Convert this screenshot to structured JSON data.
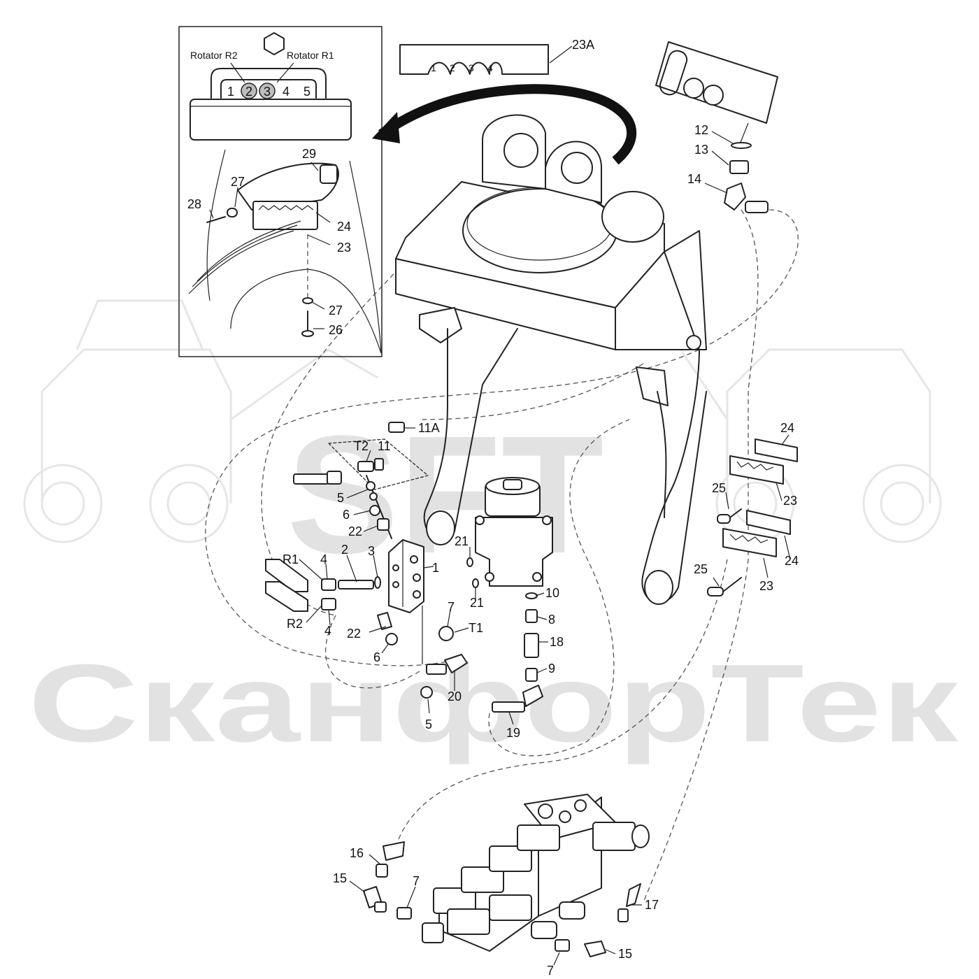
{
  "watermark": {
    "logo_letters": "SFT",
    "company": "СканфорТек"
  },
  "inset": {
    "rotator_r2": "Rotator R2",
    "rotator_r1": "Rotator R1",
    "port_numbers": [
      "1",
      "2",
      "3",
      "4",
      "5"
    ]
  },
  "connector_23a": {
    "pins": [
      "1",
      "2",
      "3",
      "4"
    ]
  },
  "callouts": {
    "c23a": "23A",
    "c12": "12",
    "c13": "13",
    "c14": "14",
    "c29": "29",
    "c27a": "27",
    "c28": "28",
    "c24a": "24",
    "c23a_inset": "23",
    "c27b": "27",
    "c26": "26",
    "c11a": "11A",
    "t2": "T2",
    "c11": "11",
    "c5a": "5",
    "c6a": "6",
    "c22a": "22",
    "c2": "2",
    "c3": "3",
    "c1": "1",
    "r1": "R1",
    "c4a": "4",
    "r2": "R2",
    "c4b": "4",
    "c21a": "21",
    "c21b": "21",
    "c7a": "7",
    "t1": "T1",
    "c22b": "22",
    "c6b": "6",
    "c20": "20",
    "c5b": "5",
    "c10": "10",
    "c8": "8",
    "c18": "18",
    "c9": "9",
    "c19": "19",
    "c24b": "24",
    "c23b": "23",
    "c25a": "25",
    "c24c": "24",
    "c23c": "23",
    "c25b": "25",
    "c16": "16",
    "c15a": "15",
    "c7b": "7",
    "c17": "17",
    "c15b": "15",
    "c7c": "7"
  }
}
